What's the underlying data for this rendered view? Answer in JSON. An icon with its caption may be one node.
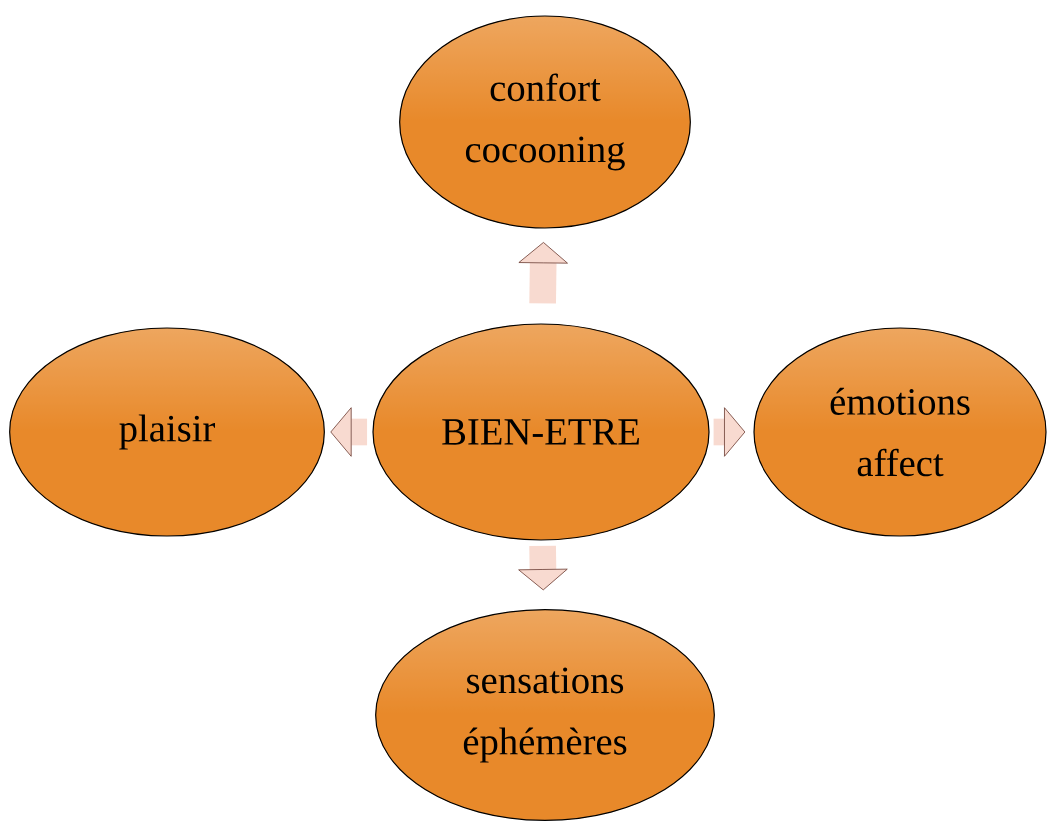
{
  "diagram": {
    "nodes": [
      {
        "text": [
          "confort cocooning"
        ]
      },
      {
        "text": [
          "plaisir"
        ]
      },
      {
        "text": [
          "BIEN-ETRE"
        ]
      },
      {
        "text": [
          "émotions affect"
        ]
      },
      {
        "text": [
          "sensations éphémères"
        ]
      }
    ],
    "edges": [
      {
        "from": 2,
        "to": 0,
        "arrow": "to"
      },
      {
        "from": 2,
        "to": 1,
        "arrow": "to"
      },
      {
        "from": 2,
        "to": 3,
        "arrow": "to"
      },
      {
        "from": 2,
        "to": 4,
        "arrow": "to"
      }
    ]
  }
}
